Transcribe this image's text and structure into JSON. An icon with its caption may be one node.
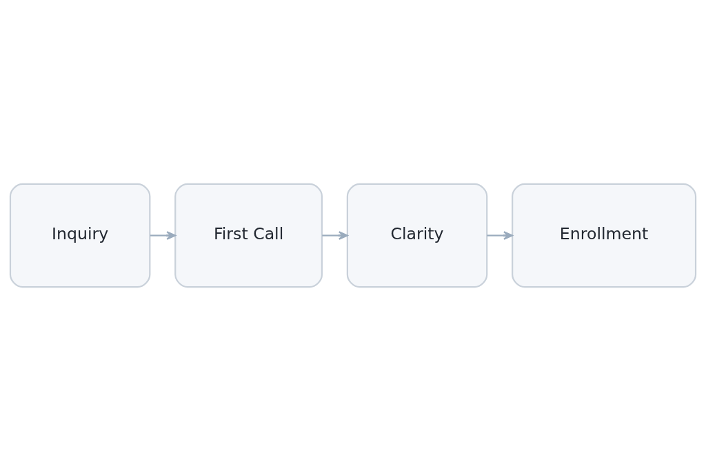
{
  "diagram": {
    "nodes": [
      {
        "text": [
          "Inquiry"
        ]
      },
      {
        "text": [
          "First Call"
        ]
      },
      {
        "text": [
          "Clarity"
        ]
      },
      {
        "text": [
          "Enrollment"
        ]
      }
    ],
    "edges": [
      {
        "from": 0,
        "to": 1,
        "arrow": "to"
      },
      {
        "from": 1,
        "to": 2,
        "arrow": "to"
      },
      {
        "from": 2,
        "to": 3,
        "arrow": "to"
      }
    ]
  }
}
